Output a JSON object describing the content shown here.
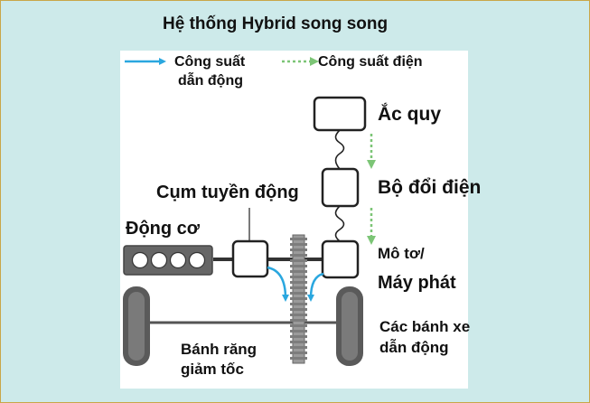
{
  "title": "Hệ thống Hybrid song song",
  "legend": {
    "mechanical_line1": "Công suất",
    "mechanical_line2": "dẫn động",
    "electrical": "Công suất điện"
  },
  "labels": {
    "battery": "Ắc quy",
    "inverter": "Bộ đổi điện",
    "power_split": "Cụm tuyền động",
    "engine": "Động cơ",
    "motor_line1": "Mô tơ/",
    "motor_line2": "Máy phát",
    "wheels_line1": "Các bánh xe",
    "wheels_line2": "dẫn động",
    "gear_line1": "Bánh răng",
    "gear_line2": "giảm tốc"
  },
  "colors": {
    "frame_bg": "#cdeaea",
    "frame_border": "#c9a648",
    "mechanical_arrow": "#2aa7df",
    "electrical_arrow": "#7cc576"
  }
}
